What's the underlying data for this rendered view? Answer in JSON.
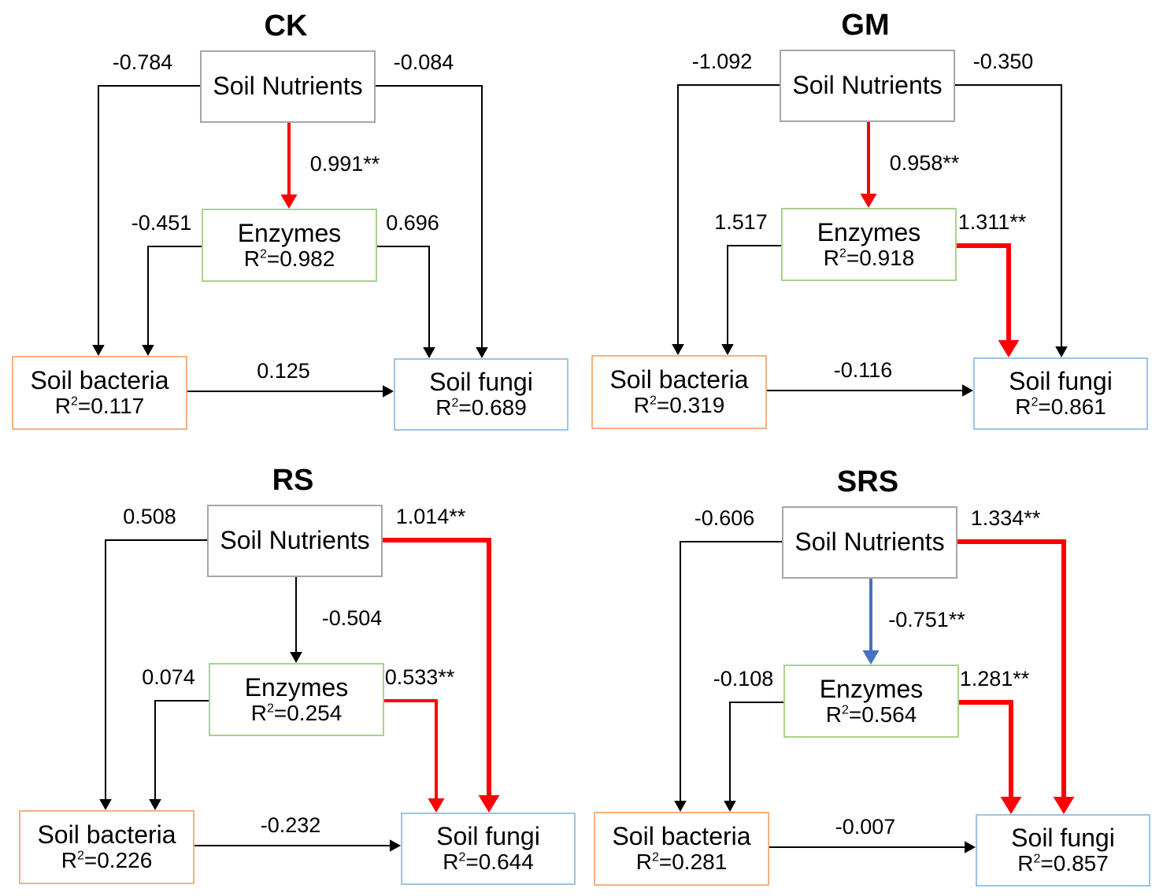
{
  "nodes": {
    "nutrients": "Soil Nutrients",
    "enzymes": "Enzymes",
    "bacteria": "Soil bacteria",
    "fungi": "Soil fungi"
  },
  "colors": {
    "positive_significant": "#ff0000",
    "negative_significant": "#4472c4",
    "nonsignificant": "#000000",
    "nutrients_border": "#a6a6a6",
    "enzymes_border": "#a9d18e",
    "bacteria_border": "#f4b183",
    "fungi_border": "#9dc3e6"
  },
  "panels": [
    {
      "title": "CK",
      "r2": {
        "enzymes": "R²=0.982",
        "bacteria": "R²=0.117",
        "fungi": "R²=0.689"
      },
      "paths": {
        "nutrients_bacteria": "-0.784",
        "nutrients_fungi": "-0.084",
        "nutrients_enzymes": "0.991**",
        "enzymes_bacteria": "-0.451",
        "enzymes_fungi": "0.696",
        "bacteria_fungi": "0.125"
      },
      "styles": {
        "nutrients_bacteria": "ns",
        "nutrients_fungi": "ns",
        "nutrients_enzymes": "pos",
        "enzymes_bacteria": "ns",
        "enzymes_fungi": "ns",
        "bacteria_fungi": "ns"
      }
    },
    {
      "title": "GM",
      "r2": {
        "enzymes": "R²=0.918",
        "bacteria": "R²=0.319",
        "fungi": "R²=0.861"
      },
      "paths": {
        "nutrients_bacteria": "-1.092",
        "nutrients_fungi": "-0.350",
        "nutrients_enzymes": "0.958**",
        "enzymes_bacteria": "1.517",
        "enzymes_fungi": "1.311**",
        "bacteria_fungi": "-0.116"
      },
      "styles": {
        "nutrients_bacteria": "ns",
        "nutrients_fungi": "ns",
        "nutrients_enzymes": "pos",
        "enzymes_bacteria": "ns",
        "enzymes_fungi": "pos-thick",
        "bacteria_fungi": "ns"
      }
    },
    {
      "title": "RS",
      "r2": {
        "enzymes": "R²=0.254",
        "bacteria": "R²=0.226",
        "fungi": "R²=0.644"
      },
      "paths": {
        "nutrients_bacteria": "0.508",
        "nutrients_fungi": "1.014**",
        "nutrients_enzymes": "-0.504",
        "enzymes_bacteria": "0.074",
        "enzymes_fungi": "0.533**",
        "bacteria_fungi": "-0.232"
      },
      "styles": {
        "nutrients_bacteria": "ns",
        "nutrients_fungi": "pos-thick",
        "nutrients_enzymes": "ns",
        "enzymes_bacteria": "ns",
        "enzymes_fungi": "pos",
        "bacteria_fungi": "ns"
      }
    },
    {
      "title": "SRS",
      "r2": {
        "enzymes": "R²=0.564",
        "bacteria": "R²=0.281",
        "fungi": "R²=0.857"
      },
      "paths": {
        "nutrients_bacteria": "-0.606",
        "nutrients_fungi": "1.334**",
        "nutrients_enzymes": "-0.751**",
        "enzymes_bacteria": "-0.108",
        "enzymes_fungi": "1.281**",
        "bacteria_fungi": "-0.007"
      },
      "styles": {
        "nutrients_bacteria": "ns",
        "nutrients_fungi": "pos-thick",
        "nutrients_enzymes": "neg",
        "enzymes_bacteria": "ns",
        "enzymes_fungi": "pos-thick",
        "bacteria_fungi": "ns"
      }
    }
  ]
}
